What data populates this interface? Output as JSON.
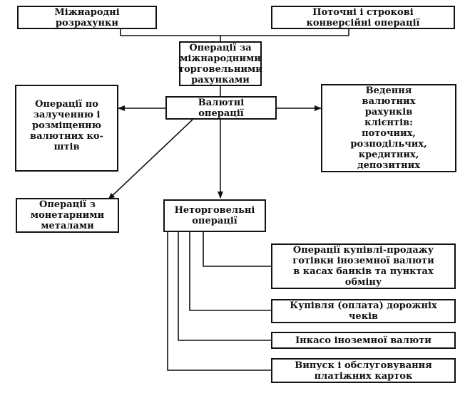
{
  "boxes": {
    "intl_settlements": "Міжнародні\nрозрахунки",
    "conversion_ops": "Поточні і строкові\nконверсійні операції",
    "trade_accounts_ops": "Операції за\nміжнародними\nторговельними\nрахунками",
    "currency_ops": "Валютні\nоперації",
    "attract_place_funds": "Операції по\nзалученню і\nрозміщенню\nвалютних ко-\nштів",
    "client_accounts": "Ведення\nвалютних\nрахунків\nклієнтів:\nпоточних,\nрозподільчих,\nкредитних,\nдепозитних",
    "monetary_metals": "Операції з\nмонетарними\nметалами",
    "non_trade_ops": "Неторговельні\nоперації",
    "cash_exchange": "Операції купівлі-продажу\nготівки іноземної валюти\nв касах банків та пунктах\nобміну",
    "travel_cheques": "Купівля (оплата) дорожніх\nчеків",
    "collection_fx": "Інкасо іноземної валюти",
    "payment_cards": "Випуск і обслуговування\nплатіжних карток"
  }
}
